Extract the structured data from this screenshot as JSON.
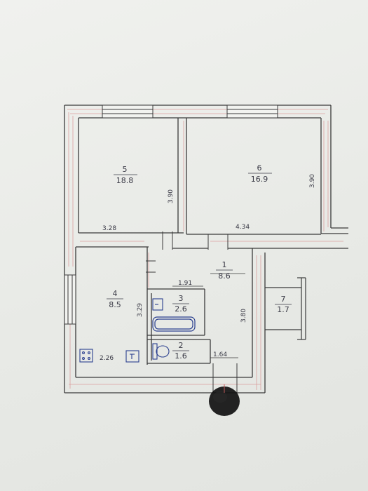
{
  "plan": {
    "rooms": [
      {
        "id": "room-5",
        "number": "5",
        "area": "18.8"
      },
      {
        "id": "room-6",
        "number": "6",
        "area": "16.9"
      },
      {
        "id": "room-4",
        "number": "4",
        "area": "8.5"
      },
      {
        "id": "room-1",
        "number": "1",
        "area": "8.6"
      },
      {
        "id": "room-3",
        "number": "3",
        "area": "2.6"
      },
      {
        "id": "room-2",
        "number": "2",
        "area": "1.6"
      },
      {
        "id": "room-7",
        "number": "7",
        "area": "1.7"
      }
    ],
    "dimensions": {
      "room5_width": "3.28",
      "room5_height": "3.90",
      "room6_width": "4.34",
      "room6_height": "3.90",
      "room4_height": "3.29",
      "room4_width": "2.26",
      "room1_height": "3.80",
      "room1_width": "1.64",
      "room3_width": "1.91"
    },
    "colors": {
      "wall_line": "#3a3a3a",
      "wall_red": "#d98c8c",
      "fixture_blue": "#2a3f8f",
      "ink_blot": "#111111"
    }
  }
}
